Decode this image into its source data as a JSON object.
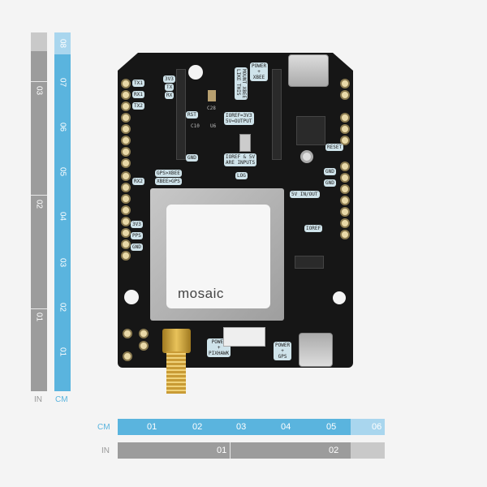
{
  "rulers": {
    "vertical_in": {
      "unit_label": "IN",
      "labels": [
        "03",
        "02",
        "01"
      ]
    },
    "vertical_cm": {
      "unit_label": "CM",
      "labels": [
        "08",
        "07",
        "06",
        "05",
        "04",
        "03",
        "02",
        "01"
      ]
    },
    "horizontal_cm": {
      "unit_label": "CM",
      "labels": [
        "01",
        "02",
        "03",
        "04",
        "05",
        "06"
      ]
    },
    "horizontal_in": {
      "unit_label": "IN",
      "labels": [
        "01",
        "02"
      ]
    },
    "colors": {
      "in": "#9c9c9c",
      "cm": "#5ab4de"
    }
  },
  "board": {
    "module_brand": "mosaic",
    "silkscreen": {
      "tx1": "TX1",
      "rx1": "RX1",
      "tx2": "TX2",
      "rx2": "RX2",
      "v3": "3V3",
      "tx": "TX",
      "rx": "RX",
      "rst": "RST",
      "gnd": "GND",
      "mount": "MOUNT XBEE\nLIKE THIS",
      "power_xbee": "POWER\n+\nXBEE",
      "ioref_out": "IOREF=3V3\n5V=OUTPUT",
      "ioref_in": "IOREF & 5V\nARE INPUTS",
      "gps_xbee": "GPS>XBEE",
      "xbee_gps": "XBEE>GPS",
      "log": "LOG",
      "v5_inout": "5V IN/OUT",
      "ioref": "IOREF",
      "v3b": "3V3",
      "pps": "PPS",
      "gnd2": "GND",
      "gnd3": "GND",
      "gnd4": "GND",
      "reset": "RESET",
      "power_pixhawk": "POWER\n+\nPIXHAWK",
      "power_gps": "POWER\n+\nGPS",
      "c28": "C28",
      "c10": "C10",
      "u6": "U6"
    }
  }
}
